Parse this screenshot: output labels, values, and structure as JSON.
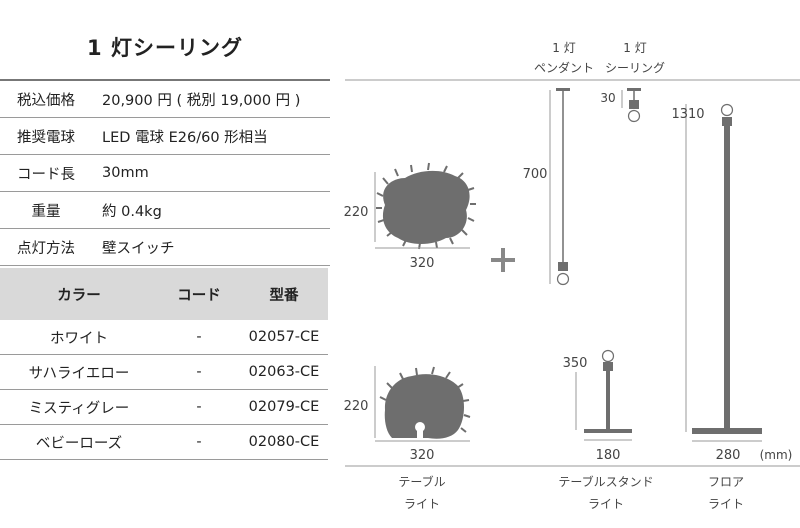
{
  "title": "1 灯シーリング",
  "specs": [
    {
      "label": "税込価格",
      "value": "20,900 円 ( 税別 19,000 円 )"
    },
    {
      "label": "推奨電球",
      "value": "LED 電球 E26/60 形相当"
    },
    {
      "label": "コード長",
      "value": "30mm"
    },
    {
      "label": "重量",
      "value": "約 0.4kg"
    },
    {
      "label": "点灯方法",
      "value": "壁スイッチ"
    }
  ],
  "color_table": {
    "headers": [
      "カラー",
      "コード",
      "型番"
    ],
    "rows": [
      [
        "ホワイト",
        "-",
        "02057-CE"
      ],
      [
        "サハライエロー",
        "-",
        "02063-CE"
      ],
      [
        "ミスティグレー",
        "-",
        "02079-CE"
      ],
      [
        "ベビーローズ",
        "-",
        "02080-CE"
      ]
    ]
  },
  "diagram": {
    "shade_top": {
      "height": "220",
      "width": "320"
    },
    "shade_bottom": {
      "height": "220",
      "width": "320"
    },
    "pendant_label": [
      "1 灯",
      "ペンダント"
    ],
    "pendant_height": "700",
    "ceiling_label": [
      "1 灯",
      "シーリング"
    ],
    "ceiling_height": "30",
    "table_stand_height": "350",
    "table_stand_width": "180",
    "floor_height": "1310",
    "floor_width": "280",
    "unit": "(mm)",
    "caption_table": [
      "テーブル",
      "ライト"
    ],
    "caption_table_stand": [
      "テーブルスタンド",
      "ライト"
    ],
    "caption_floor": [
      "フロア",
      "ライト"
    ]
  },
  "colors": {
    "shade": "#6e6e6e",
    "line": "#999999",
    "header_bg": "#d9d9d9"
  }
}
